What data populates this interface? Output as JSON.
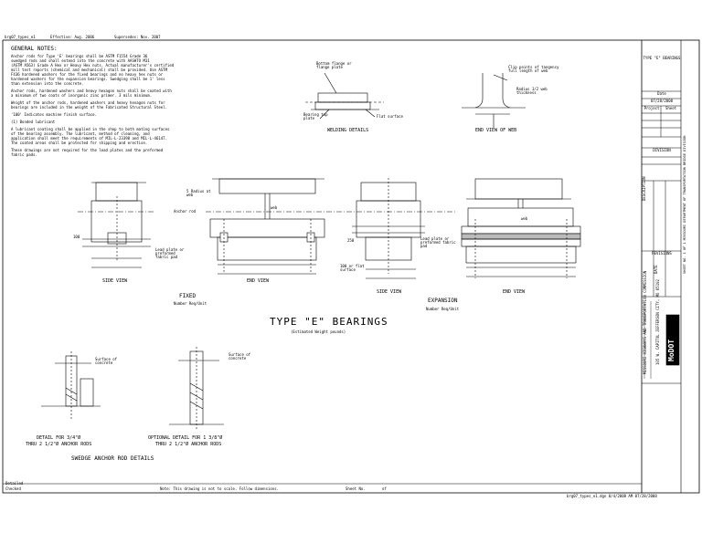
{
  "header": {
    "file": "brg07_types_e1",
    "effective": "Effective: Aug. 2006",
    "supersedes": "Supersedes: Nov. 2007"
  },
  "notes": {
    "title": "GENERAL NOTES:",
    "lines": [
      "Anchor rods for Type 'E' bearings shall be           ASTM F1554 Grade 36",
      "swedged rods and shall extend      into the concrete with AASHTO M31",
      "(ASTM A563) Grade A Hex or Heavy Hex nuts. Actual manufacturer's certified",
      "mill test reports (chemical and mechanical) shall be provided. Use ASTM",
      "F436 hardened washers for the fixed bearings and no heavy hex nuts or",
      "hardened washers for the expansion bearings. Swedging shall be 1' less",
      "than extension into the concrete.",
      "Anchor rods, hardened washers and heavy hexagon nuts shall be coated with",
      "a minimum of two coats of inorganic zinc primer. 3 mils minimum.",
      "Weight of the anchor rods, hardened washers and heavy hexagon nuts for",
      "bearings are included in the weight of the Fabricated Structural Steel.",
      "'100'  Indicates machine finish surface.",
      "(1)  Bonded lubricant",
      "A lubricant coating shall be applied in the shop to both mating surfaces",
      "of the bearing assembly. The lubricant, method of cleaning, and",
      "application shall meet the requirements of MIL-L-23398 and MIL-L-46147.",
      "The coated areas shall be protected for shipping and erection.",
      "These drawings are not required for the lead plates and the preformed",
      "fabric pads."
    ]
  },
  "welding": {
    "label_bottom_flange": "Bottom flange or flange plate",
    "label_bearing_top": "Bearing top plate",
    "label_flat": "Flat surface",
    "title": "WELDING DETAILS"
  },
  "web_view": {
    "label_clip": "Clip points of tangency full length of web",
    "label_radius": "Radius 1/2 web thickness",
    "title": "END VIEW OF WEB"
  },
  "fixed": {
    "side_title": "SIDE VIEW",
    "end_title": "END VIEW",
    "group_title": "FIXED",
    "subtitle": "Number Req/Unit",
    "label_radius": "5 Radius at web",
    "label_anchor": "Anchor rod",
    "label_lead": "Lead plate or preformed fabric pad",
    "label_web": "web",
    "label_100": "100"
  },
  "expansion": {
    "side_title": "SIDE VIEW",
    "end_title": "END VIEW",
    "group_title": "EXPANSION",
    "subtitle": "Number Req/Unit",
    "label_lead": "Lead plate or preformed fabric pad",
    "label_flat": "100 or flat surface",
    "label_web": "web",
    "label_250": "250"
  },
  "main_title": "TYPE \"E\" BEARINGS",
  "main_subtitle": "(Estimated Weight          pounds)",
  "swedge": {
    "left_label": "Surface of concrete",
    "right_label": "Surface of concrete",
    "caption_left_1": "DETAIL FOR 3/4\"Ø",
    "caption_left_2": "THRU 2 1/2\"Ø ANCHOR RODS",
    "caption_right_1": "OPTIONAL DETAIL FOR 1 3/8\"Ø",
    "caption_right_2": "THRU 2 1/2\"Ø ANCHOR RODS",
    "title": "SWEDGE ANCHOR ROD DETAILS"
  },
  "footer": {
    "detailed": "Detailed",
    "checked": "Checked",
    "note": "Note: This drawing is not to scale. Follow dimensions.",
    "sheet": "Sheet No.",
    "of": "of",
    "stamp": "brg07_types_e1.dgn   8/4/2008 AM  07/28/2008"
  },
  "titleblock": {
    "top": "TYPE \"E\" BEARINGS",
    "date_label": "Date",
    "date": "07/28/2008",
    "project": "Project",
    "sheet": "Sheet",
    "division": "DIVISION",
    "revision": "REVISIONS",
    "description": "DESCRIPTION",
    "date2": "DATE",
    "agency": "MISSOURI HIGHWAYS AND TRANSPORTATION COMMISSION",
    "address": "105 W. CAPITOL JEFFERSON CITY, MO 65102",
    "logo": "MoDOT",
    "side_text": "SHEET NO. 1 OF 1 MISSOURI DEPARTMENT OF TRANSPORTATION BRIDGE DIVISION"
  },
  "colors": {
    "ink": "#000000",
    "paper": "#ffffff"
  }
}
